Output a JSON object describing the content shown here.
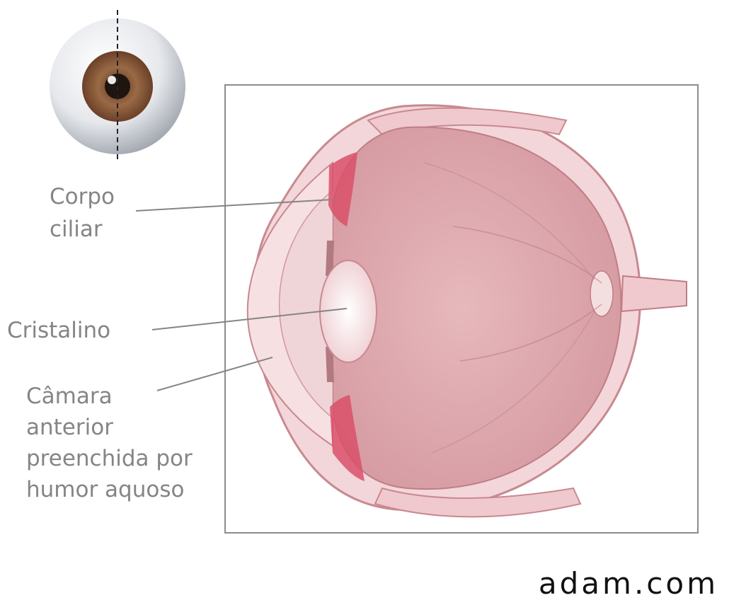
{
  "labels": {
    "ciliary_body_line1": "Corpo",
    "ciliary_body_line2": "ciliar",
    "lens": "Cristalino",
    "anterior_line1": "Câmara",
    "anterior_line2": "anterior",
    "anterior_line3": "preenchida por",
    "anterior_line4": "humor aquoso"
  },
  "brand": "adam.com",
  "colors": {
    "tissue": "#e8b9bd",
    "tissue_dark": "#c98d94",
    "sclera": "#f4dcde",
    "ciliary": "#d9506a",
    "iris": "#8a5a3a",
    "frame": "#8c8c8c"
  }
}
